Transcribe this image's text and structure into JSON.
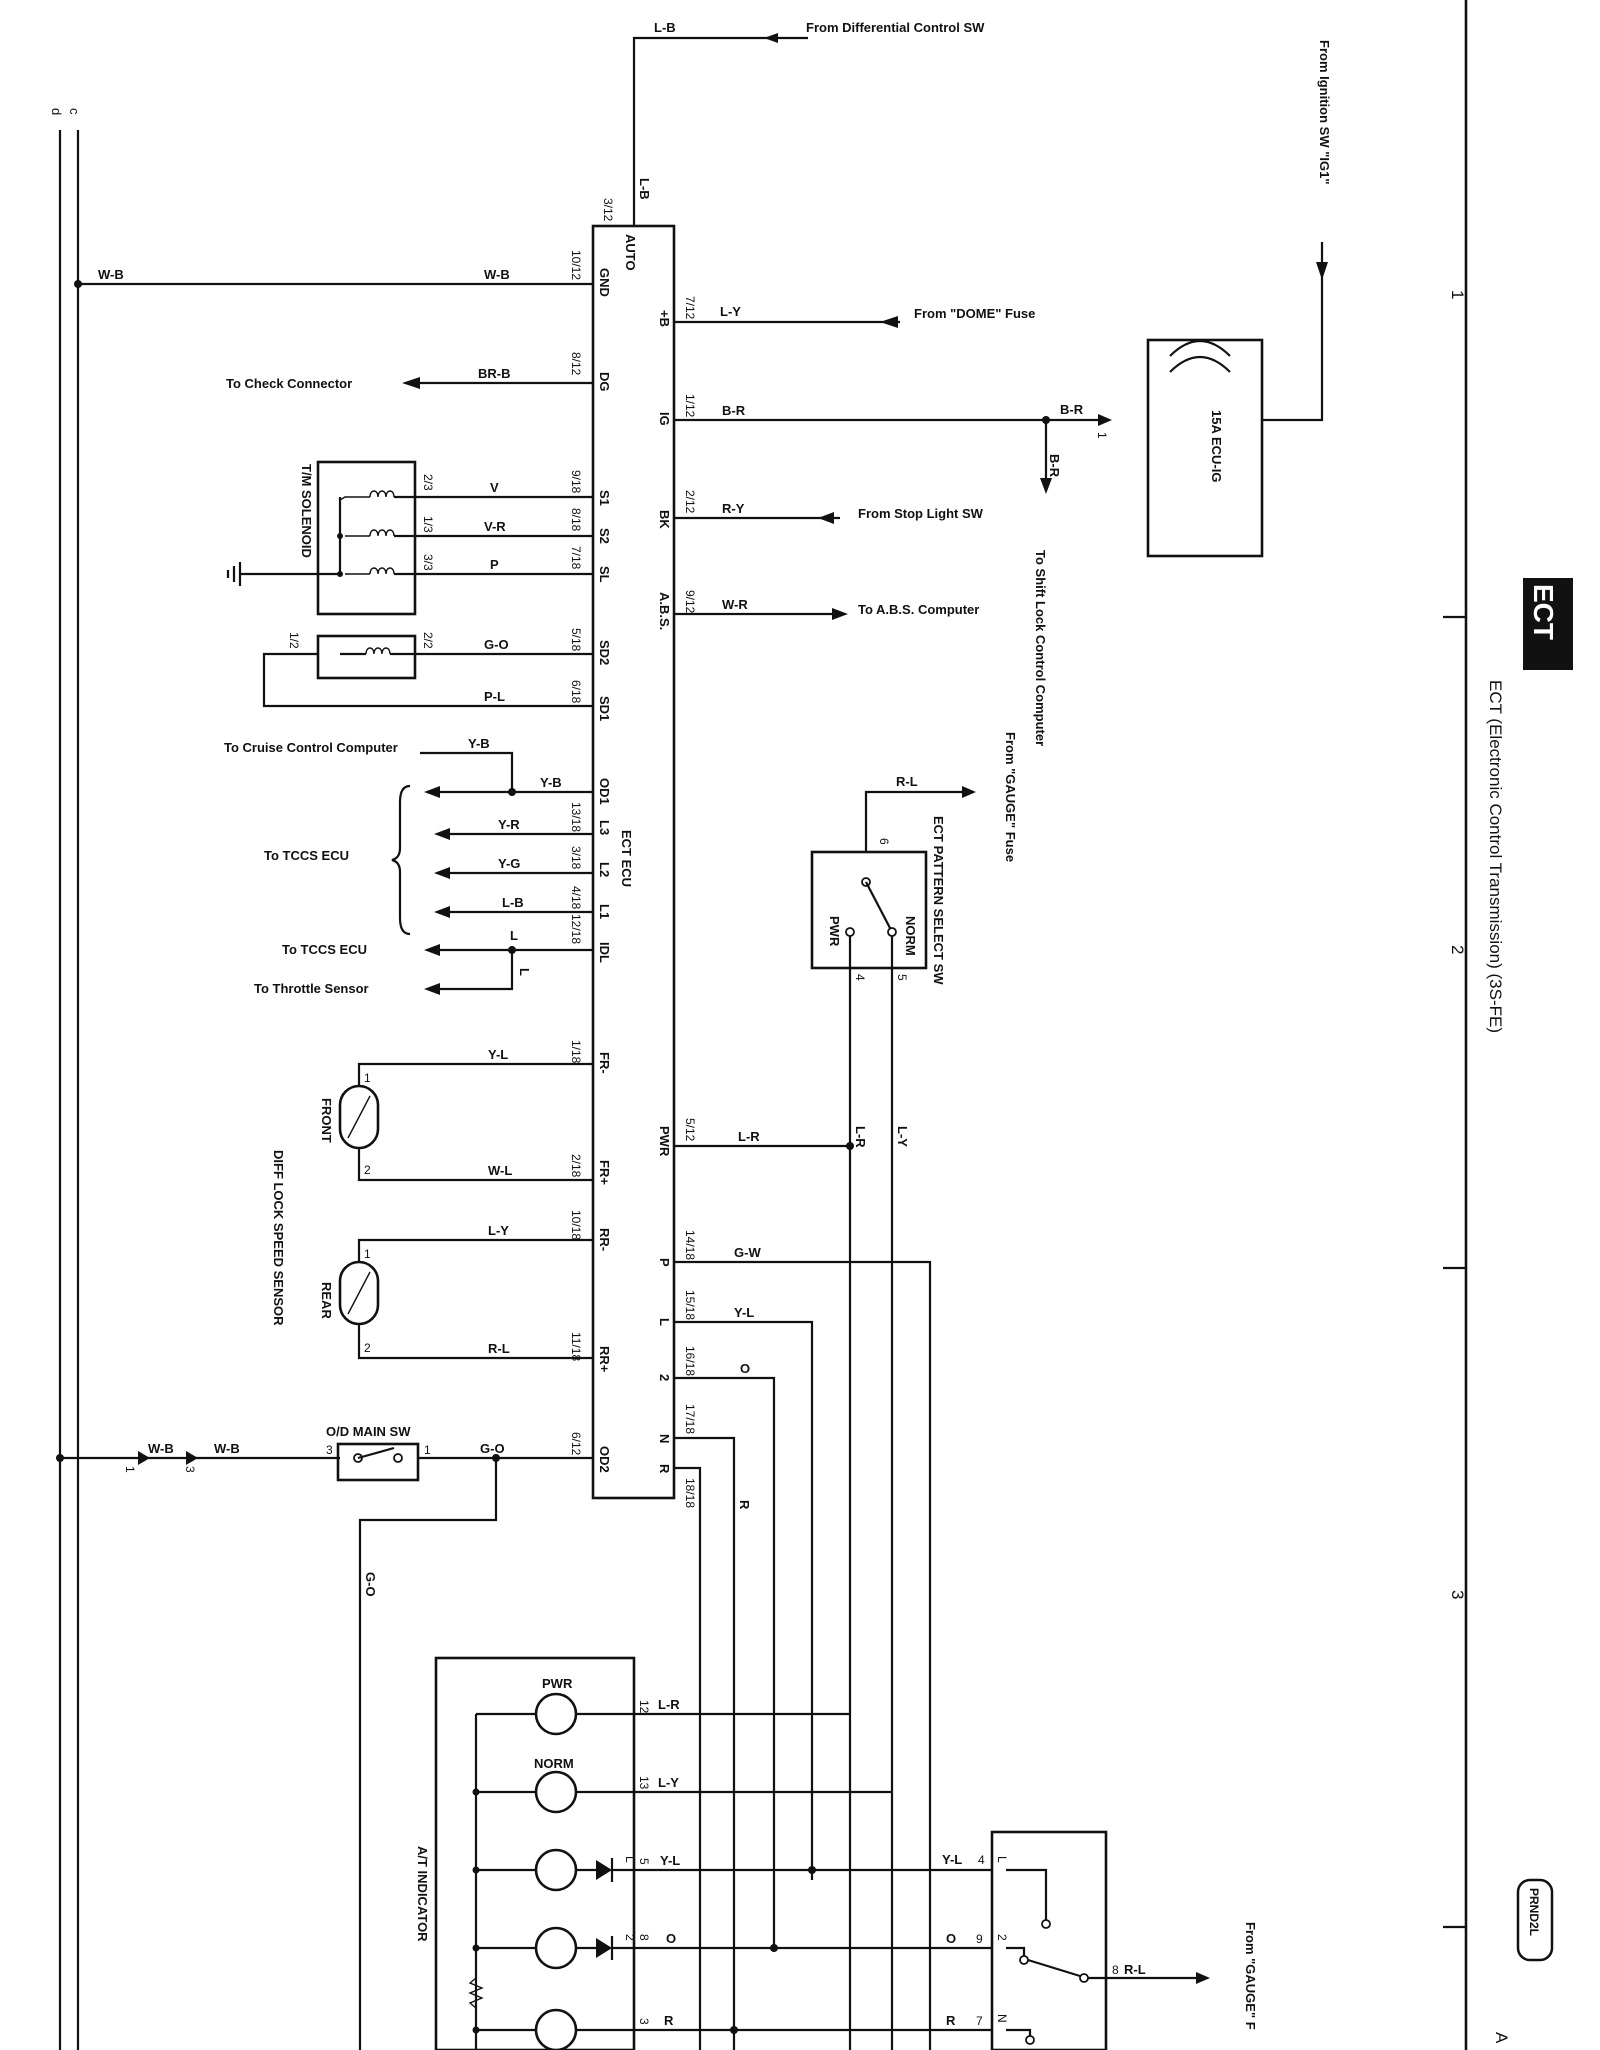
{
  "header": {
    "badge": "ECT",
    "title": "ECT (Electronic Control Transmission) (3S-FE)",
    "page_letter": "A",
    "logo_text": "PRND2L",
    "grid_numbers": [
      "1",
      "2",
      "3"
    ]
  },
  "rails": {
    "left_a": "d",
    "left_b": "c"
  },
  "ecu": {
    "name": "ECT ECU",
    "left_pins": [
      {
        "term": "AUTO",
        "pin": "3/12",
        "wire": "L-B"
      },
      {
        "term": "GND",
        "pin": "10/12",
        "wire": "W-B"
      },
      {
        "term": "DG",
        "pin": "8/12",
        "wire": "BR-B"
      },
      {
        "term": "S1",
        "pin": "9/18",
        "wire": "V"
      },
      {
        "term": "S2",
        "pin": "8/18",
        "wire": "V-R"
      },
      {
        "term": "SL",
        "pin": "7/18",
        "wire": "P"
      },
      {
        "term": "SD2",
        "pin": "5/18",
        "wire": "G-O"
      },
      {
        "term": "SD1",
        "pin": "6/18",
        "wire": "P-L"
      },
      {
        "term": "OD1",
        "pin": "",
        "wire": "Y-B"
      },
      {
        "term": "L3",
        "pin": "13/18",
        "wire": "Y-R"
      },
      {
        "term": "L2",
        "pin": "3/18",
        "wire": "Y-G"
      },
      {
        "term": "L1",
        "pin": "4/18",
        "wire": "L-B"
      },
      {
        "term": "IDL",
        "pin": "12/18",
        "wire": "L"
      },
      {
        "term": "FR-",
        "pin": "1/18",
        "wire": "Y-L"
      },
      {
        "term": "FR+",
        "pin": "2/18",
        "wire": "W-L"
      },
      {
        "term": "RR-",
        "pin": "10/18",
        "wire": "L-Y"
      },
      {
        "term": "RR+",
        "pin": "11/18",
        "wire": "R-L"
      },
      {
        "term": "OD2",
        "pin": "6/12",
        "wire": "G-O"
      }
    ],
    "right_pins": [
      {
        "term": "+B",
        "pin": "7/12",
        "wire": "L-Y"
      },
      {
        "term": "IG",
        "pin": "1/12",
        "wire": "B-R"
      },
      {
        "term": "BK",
        "pin": "2/12",
        "wire": "R-Y"
      },
      {
        "term": "A.B.S.",
        "pin": "9/12",
        "wire": "W-R"
      },
      {
        "term": "PWR",
        "pin": "5/12",
        "wire": "L-R"
      },
      {
        "term": "P",
        "pin": "14/18",
        "wire": "G-W"
      },
      {
        "term": "L",
        "pin": "15/18",
        "wire": "Y-L"
      },
      {
        "term": "2",
        "pin": "16/18",
        "wire": "O"
      },
      {
        "term": "N",
        "pin": "17/18",
        "wire": "R"
      },
      {
        "term": "R",
        "pin": "18/18",
        "wire": ""
      }
    ]
  },
  "labels": {
    "from_diff": "From Differential Control SW",
    "from_dome": "From \"DOME\" Fuse",
    "from_ignition": "From Ignition SW \"IG1\"",
    "from_stop": "From Stop Light SW",
    "to_abs": "To A.B.S. Computer",
    "to_shift_lock": "To Shift Lock Control Computer",
    "from_gauge": "From \"GAUGE\" Fuse",
    "from_gauge_bottom": "From \"GAUGE\" F",
    "to_check": "To Check Connector",
    "to_cruise": "To Cruise Control Computer",
    "to_tccs_group": "To TCCS ECU",
    "to_tccs": "To TCCS ECU",
    "to_throttle": "To Throttle Sensor",
    "tm_solenoid": "T/M SOLENOID",
    "diff_lock": "DIFF LOCK SPEED SENSOR",
    "front": "FRONT",
    "rear": "REAR",
    "od_main": "O/D MAIN SW",
    "ecu_ig_fuse": "15A ECU-IG",
    "pattern_sw": "ECT PATTERN SELECT SW",
    "norm": "NORM",
    "pwr": "PWR",
    "at_indicator": "A/T INDICATOR"
  },
  "wires": {
    "lb": "L-B",
    "wb": "W-B",
    "brb": "BR-B",
    "ly": "L-Y",
    "br": "B-R",
    "ry": "R-Y",
    "wr": "W-R",
    "v": "V",
    "vr": "V-R",
    "p": "P",
    "go": "G-O",
    "pl": "P-L",
    "yb": "Y-B",
    "yr": "Y-R",
    "yg": "Y-G",
    "l": "L",
    "yl": "Y-L",
    "wl": "W-L",
    "rl": "R-L",
    "lr": "L-R",
    "gw": "G-W",
    "o": "O",
    "r": "R"
  },
  "pins": {
    "fuse_1": "1",
    "sw_6": "6",
    "sw_4": "4",
    "sw_5": "5",
    "tm_2_3": "2/3",
    "tm_1_3": "1/3",
    "tm_3_3": "3/3",
    "sd_2_2": "2/2",
    "sd_1_2": "1/2",
    "sens_1": "1",
    "sens_2": "2",
    "od_3": "3",
    "od_1": "1",
    "conn_1": "1",
    "conn_3": "3",
    "ind_12": "12",
    "ind_13": "13",
    "ind_L": "L",
    "ind_2": "2",
    "ind_3": "3",
    "ind_5": "5",
    "ind_8": "8",
    "ps_4": "4",
    "ps_9": "9",
    "ps_7": "7",
    "ps_L": "L",
    "ps_2": "2",
    "ps_N": "N",
    "ps_8": "8"
  }
}
